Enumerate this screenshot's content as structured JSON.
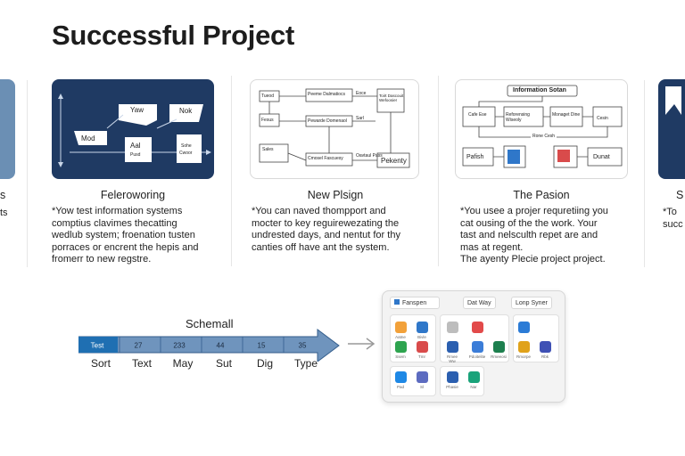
{
  "page": {
    "title": "Successful Project"
  },
  "edges": {
    "left_fragment_text": [
      "s",
      "ts"
    ],
    "right_fragment_caption": "S",
    "right_fragment_text": [
      "*To",
      "succ"
    ]
  },
  "panels": [
    {
      "caption": "Feleroworing",
      "desc": [
        "*Yow test information systems",
        "comptius clavimes thecatting",
        "wedlub system; froenation tusten",
        "porraces or encrent the hepis and",
        "fromerr to new regstre."
      ],
      "thumb_labels": {
        "a": "Yaw",
        "b": "Nok",
        "c": "Mod",
        "d": "Aal",
        "d2": "Pusd",
        "e": "Sohe",
        "e2": "Cwoor"
      }
    },
    {
      "caption": "New Plsign",
      "desc": [
        "*You can naved thompport and",
        "mocter to key reguirewezating the",
        "undrested days, and nentut for thy",
        "canties off have ant the system."
      ],
      "thumb_labels": {
        "n1": "Tueod",
        "n2": "Peeme Dalmatiocs",
        "n3": "Fesus",
        "n4": "Pewarde Domenaol",
        "n5": "Sales",
        "n6": "Cmosel Fascuesy",
        "n7": "Oavtaul Pass",
        "n8": "Pekenty",
        "n9": "Toirt Dascouit Wefoosier",
        "n10": "Eoce",
        "n11": "Sarl"
      }
    },
    {
      "caption": "The Pasion",
      "desc": [
        "*You usee a projer requretiing you",
        "cat ousing of the the work. Your",
        "tast and nelsculth repet are and",
        "mas at regent.",
        "The ayenty Plecie project project."
      ],
      "thumb_labels": {
        "top": "Information Sotan",
        "a1": "Cafe Ese",
        "a2": "Reforensing Wiseoly",
        "a3": "Monaget Dine",
        "a4": "Cesin",
        "mid": "Rone Cesh",
        "b1": "Pafish",
        "b2": "Dunat"
      }
    }
  ],
  "timeline": {
    "title": "Schemall",
    "segments": [
      "Test",
      "27",
      "233",
      "44",
      "15",
      "35"
    ],
    "labels": [
      "Sort",
      "Text",
      "May",
      "Sut",
      "Dig",
      "Type"
    ],
    "colors": {
      "first": "#1f6fb2",
      "rest": "#6f94bd",
      "border": "#345e8c"
    }
  },
  "palette": {
    "tabs": [
      "Fanspen",
      "Dat Way",
      "Lonp Syner"
    ],
    "icons": [
      {
        "name": "orange-square-icon",
        "label": "Aatne",
        "color": "#f2a13a"
      },
      {
        "name": "doc-icon",
        "label": "Bivle",
        "color": "#2f77c9"
      },
      {
        "name": "file-icon",
        "label": "",
        "color": "#bdbdbd"
      },
      {
        "name": "bar-chart-icon",
        "label": "",
        "color": "#e24a4a"
      },
      {
        "name": "globe-icon",
        "label": "",
        "color": "#2b7bd6"
      },
      {
        "name": "green-app-icon",
        "label": "Ssem",
        "color": "#2ea44f"
      },
      {
        "name": "pen-icon",
        "label": "Tmr",
        "color": "#d94b4b"
      },
      {
        "name": "monitor-icon",
        "label": "Rmee Ww",
        "color": "#2b5fb0"
      },
      {
        "name": "link-icon",
        "label": "Pdoitelite",
        "color": "#3b7dd8"
      },
      {
        "name": "e-app-icon",
        "label": "Rmeeosi",
        "color": "#1d7f4e"
      },
      {
        "name": "chrome-icon",
        "label": "Rmorpe",
        "color": "#e0a21a"
      },
      {
        "name": "mail-icon",
        "label": "Rbk",
        "color": "#3f51b5"
      },
      {
        "name": "shield-icon",
        "label": "Pad",
        "color": "#1e88e5"
      },
      {
        "name": "calendar-icon",
        "label": "Sl",
        "color": "#5c6bc0"
      },
      {
        "name": "card-icon",
        "label": "Phasie",
        "color": "#2b5fb0"
      },
      {
        "name": "p-app-icon",
        "label": "Nar",
        "color": "#1aa37a"
      }
    ]
  }
}
